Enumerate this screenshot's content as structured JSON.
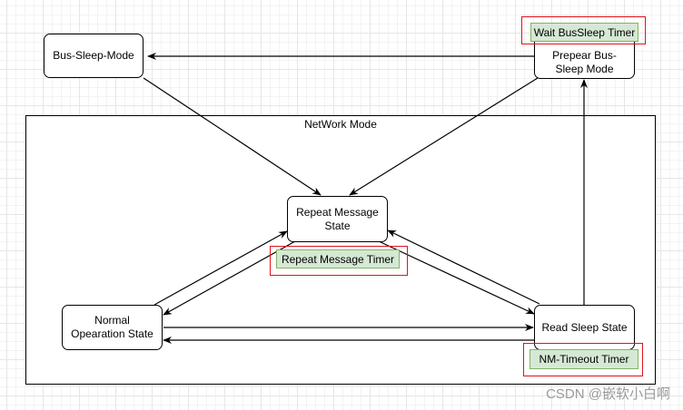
{
  "diagram": {
    "container_label": "NetWork Mode",
    "states": {
      "bus_sleep": "Bus-Sleep-Mode",
      "prepare_bus_sleep": "Prepear Bus-Sleep Mode",
      "repeat_message": "Repeat Message State",
      "normal_operation": "Normal Opearation State",
      "ready_sleep": "Read Sleep State"
    },
    "timers": {
      "bus_sleep_timer": "Wait BusSleep Timer",
      "repeat_message_timer": "Repeat Message Timer",
      "nm_timeout_timer": "NM-Timeout Timer"
    }
  },
  "watermark": "CSDN @嵌软小白啊",
  "colors": {
    "timer_fill": "#d5e8d4",
    "timer_stroke": "#82b366",
    "highlight": "#e0131b"
  }
}
